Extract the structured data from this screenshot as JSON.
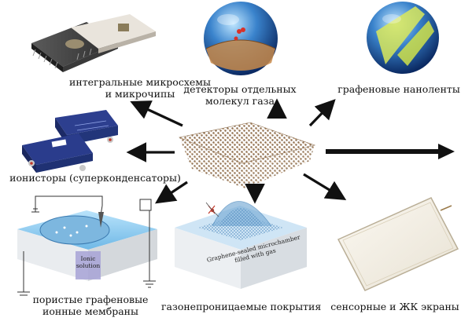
{
  "labels": {
    "microchips": [
      "интегральные микросхемы",
      "и микрочипы"
    ],
    "gas_detectors": [
      "детекторы отдельных",
      "молекул газа"
    ],
    "nanoribbons": "графеновые наноленты",
    "supercapacitors": "ионисторы (суперконденсаторы)",
    "membranes": [
      "пористые графеновые",
      "ионные мембраны"
    ],
    "coatings": "газонепроницаемые покрытия",
    "screens": "сенсорные и ЖК экраны"
  },
  "inset_text": {
    "ionic_solution": [
      "Ionic",
      "solution"
    ],
    "microchamber": [
      "Graphene-sealed microchamber",
      "filled with gas"
    ]
  },
  "colors": {
    "arrow": "#111111",
    "graphene_atom": "#7a5a3a",
    "sphere": "#1a4fa0",
    "water": "#8ec9ee",
    "screen": "#f4f0e6"
  }
}
